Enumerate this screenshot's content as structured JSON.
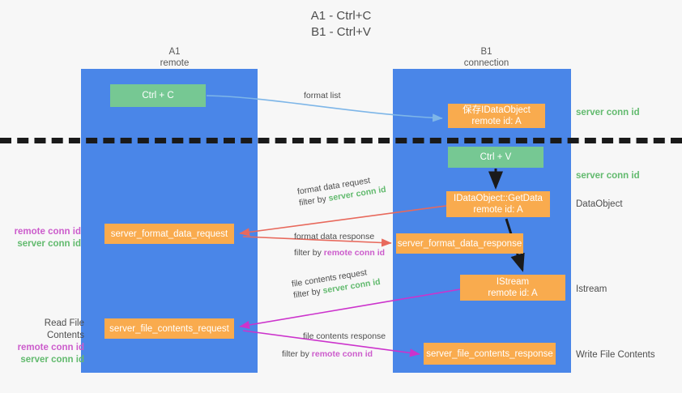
{
  "title": {
    "line1": "A1 - Ctrl+C",
    "line2": "B1 - Ctrl+V"
  },
  "lanes": [
    {
      "id": "a1",
      "name": "A1",
      "role": "remote"
    },
    {
      "id": "b1",
      "name": "B1",
      "role": "connection"
    }
  ],
  "nodes": {
    "ctrl_c": {
      "label": "Ctrl + C",
      "sub": "",
      "color": "#76c893"
    },
    "idataobject": {
      "label": "保存IDataObject",
      "sub": "remote id: A",
      "color": "#f9ab4e"
    },
    "ctrl_v": {
      "label": "Ctrl + V",
      "sub": "",
      "color": "#76c893"
    },
    "getdata": {
      "label": "IDataObject::GetData",
      "sub": "remote id: A",
      "color": "#f9ab4e"
    },
    "format_data_request": {
      "label": "server_format_data_request",
      "sub": "",
      "color": "#f9ab4e"
    },
    "format_data_response": {
      "label": "server_format_data_response",
      "sub": "",
      "color": "#f9ab4e"
    },
    "istream": {
      "label": "IStream",
      "sub": "remote id: A",
      "color": "#f9ab4e"
    },
    "file_contents_request": {
      "label": "server_file_contents_request",
      "sub": "",
      "color": "#f9ab4e"
    },
    "file_contents_response": {
      "label": "server_file_contents_response",
      "sub": "",
      "color": "#f9ab4e"
    }
  },
  "arrow_captions": {
    "format_list": {
      "text": "format list"
    },
    "format_data_request": {
      "line1": "format data request",
      "filter_prefix": "filter by ",
      "filter_value": "server conn id"
    },
    "format_data_response": {
      "line1": "format data response",
      "filter_prefix": "filter by ",
      "filter_value": "remote conn id"
    },
    "file_contents_request": {
      "line1": "file contents request",
      "filter_prefix": "filter by ",
      "filter_value": "server conn id"
    },
    "file_contents_response": {
      "line1": "file contents response",
      "filter_prefix": "filter by ",
      "filter_value": "remote conn id"
    }
  },
  "side_labels": {
    "right_server_conn_id_top": "server conn id",
    "right_server_conn_id_second": "server conn id",
    "right_dataobject": "DataObject",
    "right_istream": "Istream",
    "right_write_file_contents": "Write File Contents",
    "left_remote_conn_id_1": "remote conn id",
    "left_server_conn_id_1": "server conn id",
    "left_read_file_contents": "Read File Contents",
    "left_remote_conn_id_2": "remote conn id",
    "left_server_conn_id_2": "server conn id"
  },
  "colors": {
    "lane_blue": "#4a86e8",
    "node_green": "#76c893",
    "node_orange": "#f9ab4e",
    "server_conn_id_green": "#62ba6e",
    "remote_conn_id_magenta": "#cc5ccc",
    "arrow_blue": "#7eb6e8",
    "arrow_red": "#e8695c",
    "arrow_magenta": "#cc33cc",
    "arrow_black": "#1a1a1a",
    "divider_black": "#1a1a1a",
    "background": "#f7f7f7"
  }
}
